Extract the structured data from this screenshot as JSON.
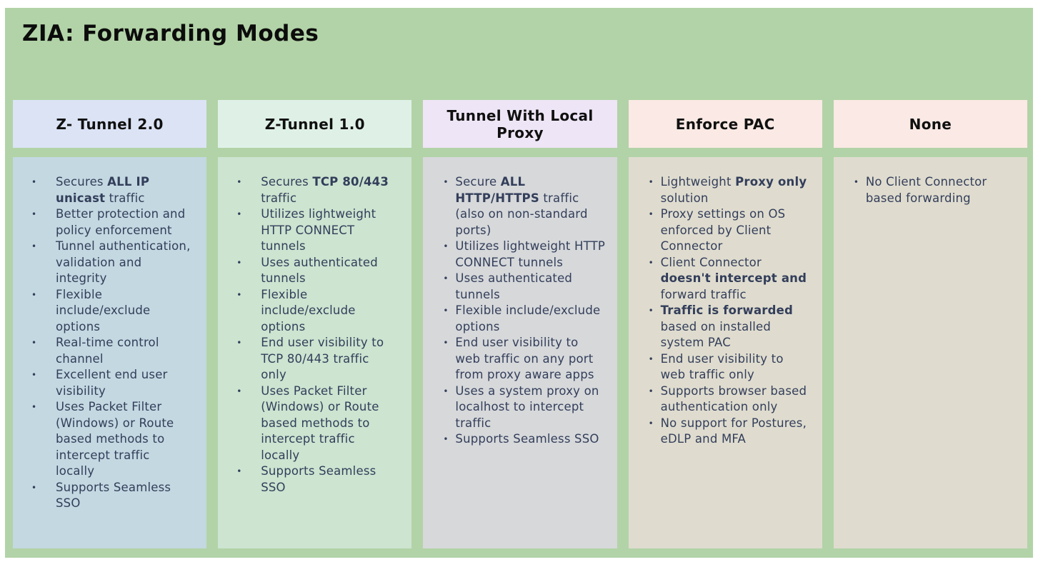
{
  "title": "ZIA: Forwarding Modes",
  "colors": {
    "slide_background": "#b2d3a7",
    "page_border": "#ffffff",
    "heading_text": "#101010",
    "body_text": "#333e5a"
  },
  "columns": [
    {
      "id": "z-tunnel-2-0",
      "header": "Z- Tunnel 2.0",
      "header_bg": "#dbe3f5",
      "body_bg": "#c3d8e1",
      "indent": "wide",
      "bullets": [
        [
          {
            "text": "Secures ",
            "bold": false
          },
          {
            "text": "ALL IP unicast",
            "bold": true
          },
          {
            "text": " traffic",
            "bold": false
          }
        ],
        [
          {
            "text": "Better protection and policy enforcement",
            "bold": false
          }
        ],
        [
          {
            "text": "Tunnel authentication, validation and integrity",
            "bold": false
          }
        ],
        [
          {
            "text": "Flexible include/exclude options",
            "bold": false
          }
        ],
        [
          {
            "text": "Real-time control channel",
            "bold": false
          }
        ],
        [
          {
            "text": "Excellent end user visibility",
            "bold": false
          }
        ],
        [
          {
            "text": "Uses Packet Filter (Windows) or Route based methods to intercept traffic locally",
            "bold": false
          }
        ],
        [
          {
            "text": "Supports Seamless SSO",
            "bold": false
          }
        ]
      ]
    },
    {
      "id": "z-tunnel-1-0",
      "header": "Z-Tunnel 1.0",
      "header_bg": "#dff1e7",
      "body_bg": "#cce4d0",
      "indent": "wide",
      "bullets": [
        [
          {
            "text": "Secures ",
            "bold": false
          },
          {
            "text": "TCP 80/443",
            "bold": true
          },
          {
            "text": " traffic",
            "bold": false
          }
        ],
        [
          {
            "text": "Utilizes lightweight HTTP CONNECT tunnels",
            "bold": false
          }
        ],
        [
          {
            "text": "Uses authenticated tunnels",
            "bold": false
          }
        ],
        [
          {
            "text": "Flexible include/exclude options",
            "bold": false
          }
        ],
        [
          {
            "text": "End user visibility to TCP 80/443 traffic only",
            "bold": false
          }
        ],
        [
          {
            "text": "Uses Packet Filter (Windows) or Route based methods to intercept traffic locally",
            "bold": false
          }
        ],
        [
          {
            "text": "Supports Seamless SSO",
            "bold": false
          }
        ]
      ]
    },
    {
      "id": "tunnel-with-local-proxy",
      "header": "Tunnel With Local Proxy",
      "header_bg": "#eee5f6",
      "body_bg": "#d6d8da",
      "indent": "narrow",
      "bullets": [
        [
          {
            "text": "Secure ",
            "bold": false
          },
          {
            "text": "ALL HTTP/HTTPS",
            "bold": true
          },
          {
            "text": " traffic (also on non-standard ports)",
            "bold": false
          }
        ],
        [
          {
            "text": "Utilizes lightweight HTTP CONNECT tunnels",
            "bold": false
          }
        ],
        [
          {
            "text": "Uses authenticated tunnels",
            "bold": false
          }
        ],
        [
          {
            "text": "Flexible include/exclude options",
            "bold": false
          }
        ],
        [
          {
            "text": "End user visibility to web traffic on any port from proxy aware apps",
            "bold": false
          }
        ],
        [
          {
            "text": "Uses a system proxy on localhost to intercept traffic",
            "bold": false
          }
        ],
        [
          {
            "text": "Supports Seamless SSO",
            "bold": false
          }
        ]
      ]
    },
    {
      "id": "enforce-pac",
      "header": "Enforce PAC",
      "header_bg": "#fae9e4",
      "body_bg": "#dfdccf",
      "indent": "narrow",
      "bullets": [
        [
          {
            "text": "Lightweight ",
            "bold": false
          },
          {
            "text": "Proxy only",
            "bold": true
          },
          {
            "text": " solution",
            "bold": false
          }
        ],
        [
          {
            "text": "Proxy settings on OS enforced by Client Connector",
            "bold": false
          }
        ],
        [
          {
            "text": "Client Connector ",
            "bold": false
          },
          {
            "text": "doesn't intercept and",
            "bold": true
          },
          {
            "text": " forward traffic",
            "bold": false
          }
        ],
        [
          {
            "text": "Traffic is forwarded",
            "bold": true
          },
          {
            "text": " based on installed system PAC",
            "bold": false
          }
        ],
        [
          {
            "text": "End user visibility to web traffic only",
            "bold": false
          }
        ],
        [
          {
            "text": "Supports browser based authentication only",
            "bold": false
          }
        ],
        [
          {
            "text": "No support for Postures, eDLP and MFA",
            "bold": false
          }
        ]
      ]
    },
    {
      "id": "none",
      "header": "None",
      "header_bg": "#fae9e4",
      "body_bg": "#dfdccf",
      "indent": "narrow",
      "bullets": [
        [
          {
            "text": "No Client Connector based forwarding",
            "bold": false
          }
        ]
      ]
    }
  ]
}
